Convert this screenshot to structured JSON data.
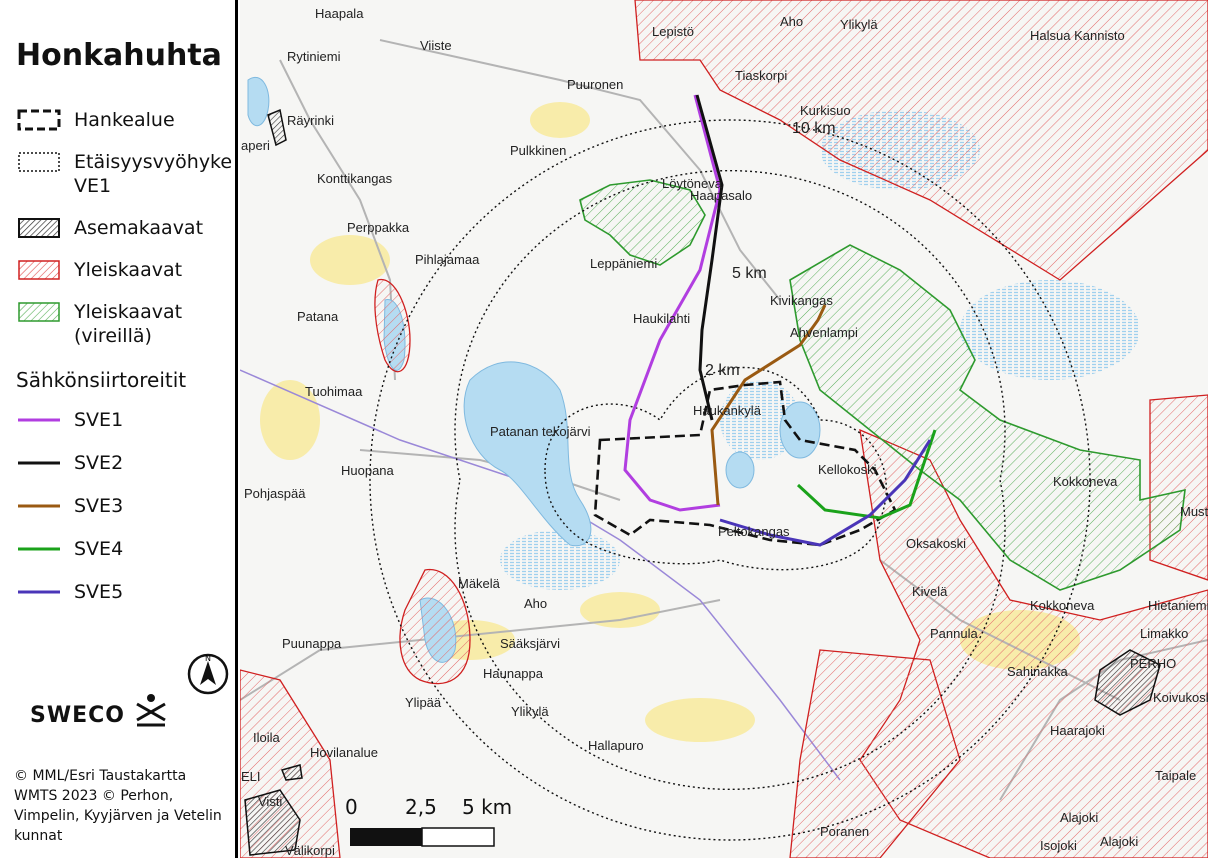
{
  "title": "Honkahuhta",
  "legend": {
    "items": [
      {
        "label": "Hankealue"
      },
      {
        "label": "Etäisyysvyöhyke VE1"
      },
      {
        "label": "Asemakaavat"
      },
      {
        "label": "Yleiskaavat"
      },
      {
        "label": "Yleiskaavat (vireillä)"
      }
    ],
    "section_title": "Sähkönsiirtoreitit",
    "routes": [
      {
        "label": "SVE1",
        "color": "#b13ee0"
      },
      {
        "label": "SVE2",
        "color": "#111111"
      },
      {
        "label": "SVE3",
        "color": "#9a5a12"
      },
      {
        "label": "SVE4",
        "color": "#1aa21a"
      },
      {
        "label": "SVE5",
        "color": "#4a35b8"
      }
    ]
  },
  "logo": "SWECO",
  "north": "N",
  "credit": "© MML/Esri Taustakartta WMTS 2023 © Perhon, Vimpelin, Kyyjärven ja Vetelin kunnat",
  "scale": {
    "labels": [
      "0",
      "2,5",
      "5 km"
    ]
  },
  "map": {
    "distance_labels": [
      "10 km",
      "5 km",
      "2 km"
    ],
    "places": [
      "Haapala",
      "Viiste",
      "Rytiniemi",
      "Räyrinki",
      "Puuronen",
      "Lepistö",
      "Aho",
      "Ylikylä",
      "Halsua Kannisto",
      "Tiaskorpi",
      "Kurkisuo",
      "Pulkkinen",
      "Konttikangas",
      "Löytöneva",
      "Haapasalo",
      "Perppakka",
      "Pihlajamaa",
      "Leppäniemi",
      "Kivikangas",
      "Ahvenlampi",
      "Patana",
      "Haukilahti",
      "Tuohimaa",
      "Patanan tekojärvi",
      "Haukankylä",
      "Huopana",
      "Kellokoski",
      "Pohjaspää",
      "Kokkoneva",
      "Peltokangas",
      "Oksakoski",
      "Mustala",
      "Mäkelä",
      "Aho",
      "Kivelä",
      "Kokkoneva",
      "Hietaniemi",
      "Puunappa",
      "Sääksjärvi",
      "Pannula",
      "Limakko",
      "Haunappa",
      "Ylipää",
      "PERHO",
      "Sahinakka",
      "Koivukoski",
      "Ylikylä",
      "Haarajoki",
      "Iloila",
      "Hovilanalue",
      "Hallapuro",
      "ELI",
      "Taipale",
      "Visti",
      "Alajoki",
      "Poranen",
      "Alajoki",
      "Välikorpi",
      "Isojoki",
      "aperi"
    ]
  }
}
